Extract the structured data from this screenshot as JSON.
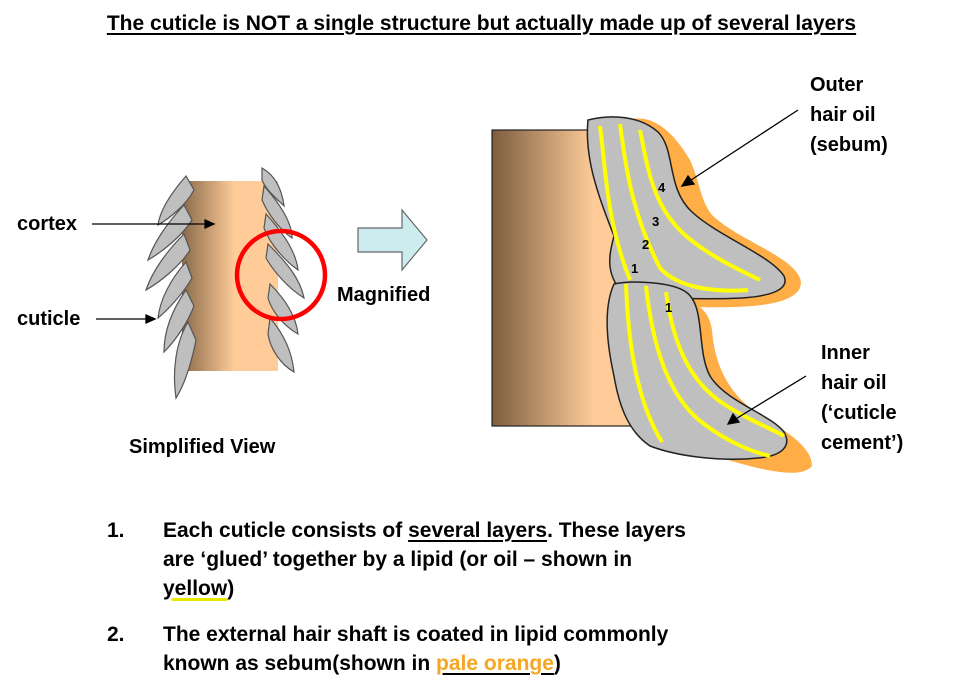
{
  "title": "The cuticle is NOT a single structure but actually made up of several layers",
  "labels": {
    "cortex": "cortex",
    "cuticle": "cuticle",
    "simplified_view": "Simplified View",
    "magnified": "Magnified",
    "outer_oil": [
      "Outer",
      "hair oil",
      "(sebum)"
    ],
    "inner_oil": [
      "Inner",
      "hair oil",
      "(‘cuticle",
      "cement’)"
    ],
    "layer_numbers": [
      "1",
      "2",
      "3",
      "4",
      "1"
    ]
  },
  "points": [
    {
      "number": "1.",
      "line1_a": "Each cuticle consists of ",
      "line1_u": "several layers",
      "line1_b": ". These layers",
      "line2": "are ‘glued’ together by a lipid (or oil – shown in",
      "line3_y": "yellow",
      "line3_b": ")"
    },
    {
      "number": "2.",
      "line1": "The external hair shaft is coated in lipid commonly",
      "line2_a": "known as sebum(shown in ",
      "line2_o": "pale orange",
      "line2_b": ")"
    }
  ],
  "colors": {
    "cuticle_fill": "#bfbfbf",
    "sebum": "#ffad47",
    "lipid": "#ffff00",
    "cortex_light": "#ffcc99",
    "cortex_dark": "#8a6a4a",
    "highlight_circle": "#ff0000",
    "arrow_fill": "#cdecf0"
  }
}
